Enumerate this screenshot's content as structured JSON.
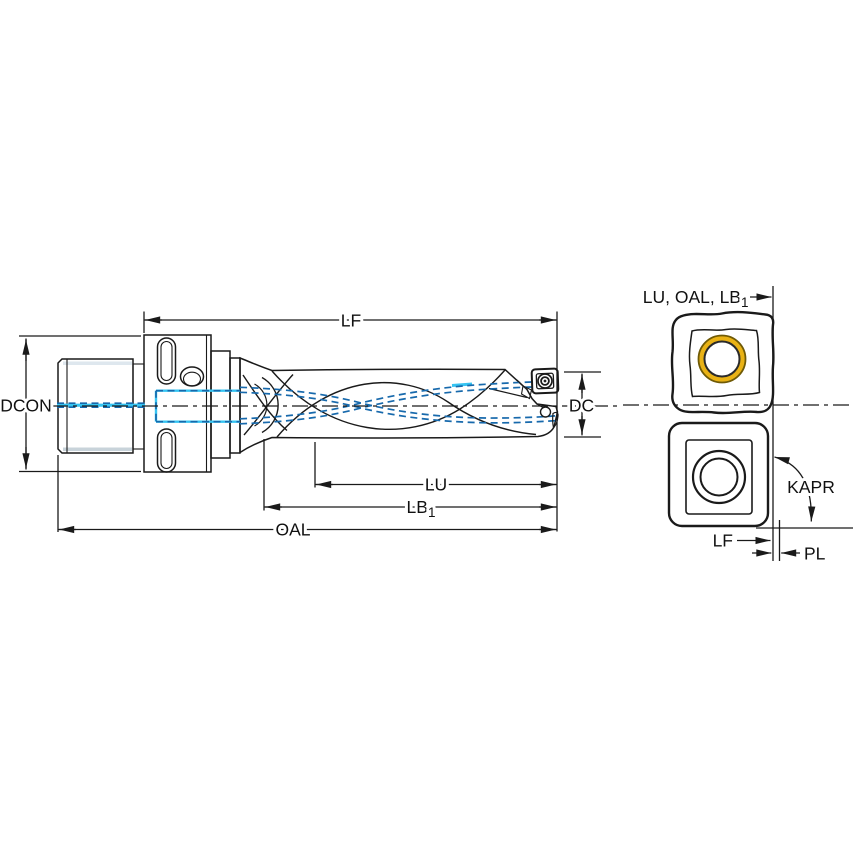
{
  "figure": {
    "type": "technical-tool-drawing",
    "description": "Indexable insert drill with coupling shank (side view) and insert detail view with dimension callouts"
  },
  "colors": {
    "outline": "#1a1a1a",
    "drill_body": "#b9c7d1",
    "body_highlight": "#dce6ed",
    "body_shadow": "#a3b6c2",
    "coolant_dark": "#1769ac",
    "coolant_bright": "#35c4f2",
    "insert_yellow": "#f6c31c",
    "insert_yellow_ring": "#e9b215",
    "insert_yellow_ring_stroke": "#6f5a06",
    "insert_gray": "#b5b9bd",
    "insert_gray_ring": "#8e9296",
    "screw_gray": "#646b71",
    "insert_face_white": "#f4f7f9"
  },
  "main_view": {
    "dim_lf": "LF",
    "dim_dcon": "DCON",
    "dim_dc": "DC",
    "dim_lu": "LU",
    "dim_lb1_base": "LB",
    "dim_lb1_sub": "1",
    "dim_oal": "OAL"
  },
  "insert_view": {
    "dim_combo_base": "LU, OAL, LB",
    "dim_combo_sub": "1",
    "dim_kapr": "KAPR",
    "dim_lf": "LF",
    "dim_pl": "PL"
  }
}
